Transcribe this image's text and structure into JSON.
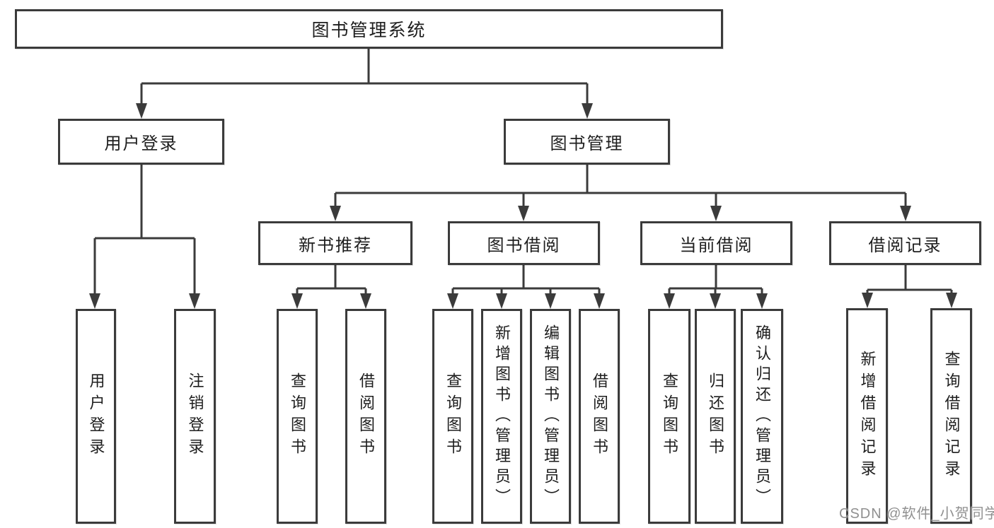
{
  "nodes": {
    "root": "图书管理系统",
    "user_login": "用户登录",
    "book_mgmt": "图书管理",
    "new_books": "新书推荐",
    "book_borrow": "图书借阅",
    "current_borrow": "当前借阅",
    "borrow_records": "借阅记录"
  },
  "leaves": {
    "user_login": [
      "用户登录",
      "注销登录"
    ],
    "new_books": [
      "查询图书",
      "借阅图书"
    ],
    "book_borrow": [
      "查询图书",
      "新增图书（管理员）",
      "编辑图书（管理员）",
      "借阅图书"
    ],
    "current_borrow": [
      "查询图书",
      "归还图书",
      "确认归还（管理员）"
    ],
    "borrow_records": [
      "新增借阅记录",
      "查询借阅记录"
    ]
  },
  "watermark": "CSDN @软件_小贺同学",
  "colors": {
    "line": "#3b3b3b",
    "border": "#3b3b3b",
    "text": "#1e1e1e",
    "watermark": "#878787",
    "background": "#ffffff"
  }
}
